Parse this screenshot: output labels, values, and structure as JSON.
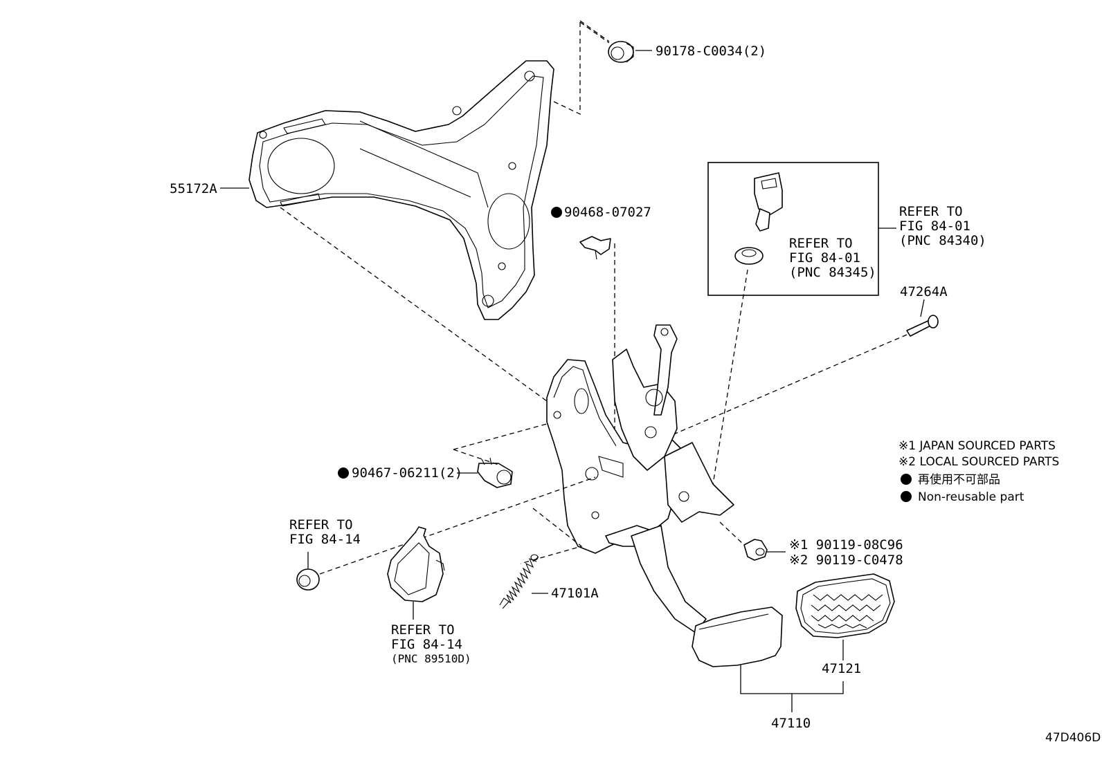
{
  "labels": {
    "bolt_top": "90178-C0034(2)",
    "bracket": "55172A",
    "clip_top": "90468-07027",
    "refer_switch_outer_1": "REFER TO",
    "refer_switch_outer_2": "FIG 84-01",
    "refer_switch_outer_3": "(PNC 84340)",
    "refer_switch_inner_1": "REFER TO",
    "refer_switch_inner_2": "FIG 84-01",
    "refer_switch_inner_3": "(PNC 84345)",
    "pin": "47264A",
    "clip_left": "90467-06211(2)",
    "refer_nut_1": "REFER TO",
    "refer_nut_2": "FIG 84-14",
    "refer_sensor_1": "REFER TO",
    "refer_sensor_2": "FIG 84-14",
    "refer_sensor_3": "(PNC 89510D)",
    "spring": "47101A",
    "bolt_japan": "※1 90119-08C96",
    "bolt_local": "※2 90119-C0478",
    "pad": "47121",
    "pedal_assy": "47110",
    "diagram_id": "47D406D"
  },
  "legend": {
    "japan": "※1 JAPAN SOURCED PARTS",
    "local": "※2 LOCAL SOURCED PARTS",
    "nonreusable_jp": "再使用不可部品",
    "nonreusable_en": "Non-reusable part"
  }
}
